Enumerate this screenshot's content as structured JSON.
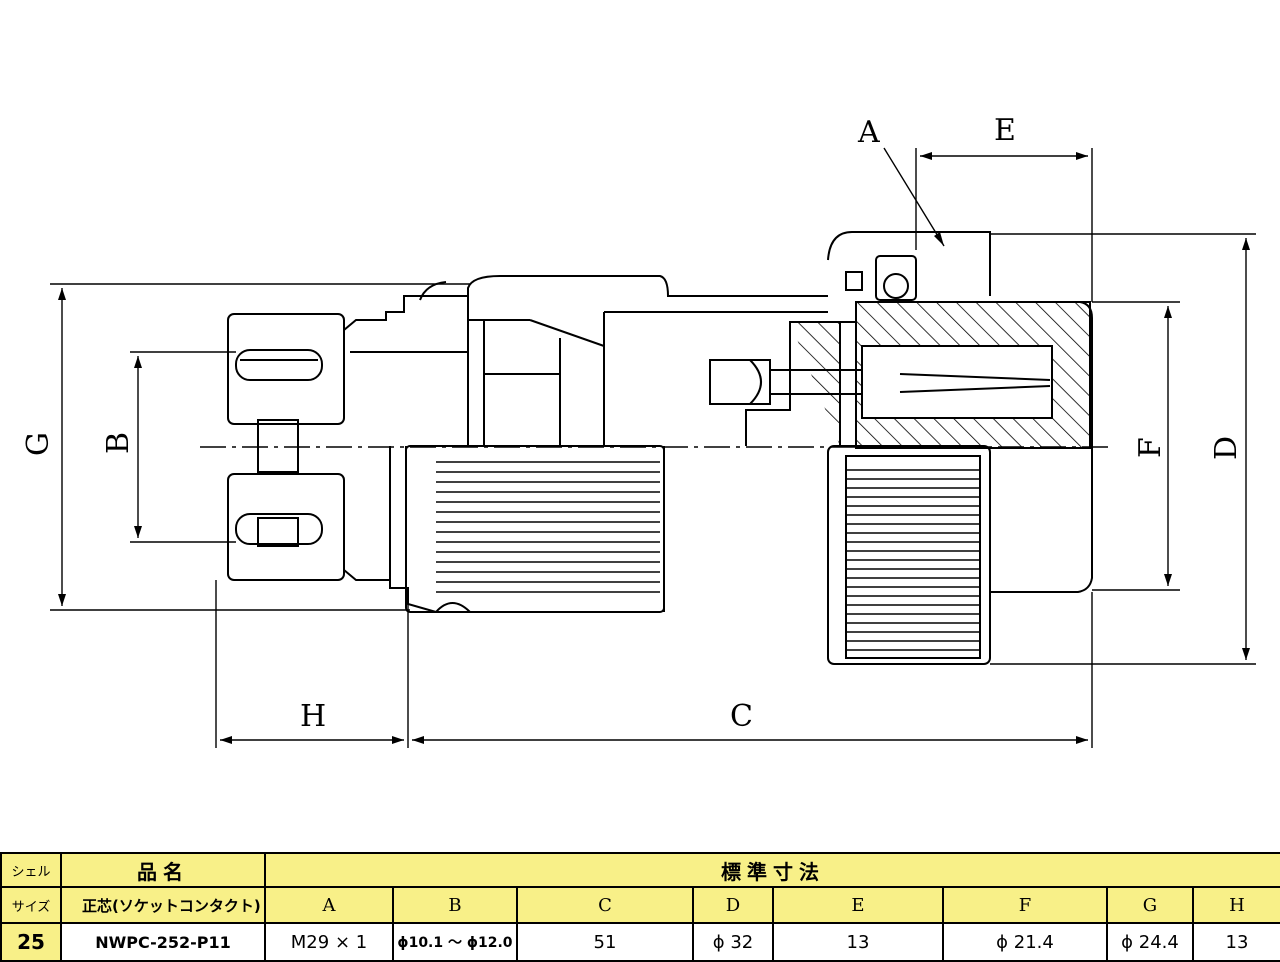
{
  "drawing": {
    "labels": {
      "A": "A",
      "B": "B",
      "C": "C",
      "D": "D",
      "E": "E",
      "F": "F",
      "G": "G",
      "H": "H"
    }
  },
  "table": {
    "shell_size_label_1": "シェル",
    "shell_size_label_2": "サイズ",
    "product_name_header": "品名",
    "standard_dims_header": "標準寸法",
    "product_type": "正芯(ソケットコンタクト)",
    "columns": [
      "A",
      "B",
      "C",
      "D",
      "E",
      "F",
      "G",
      "H"
    ],
    "row": {
      "shell_size": "25",
      "product_name": "NWPC-252-P11",
      "values": [
        "M29 × 1",
        "ϕ10.1 〜 ϕ12.0",
        "51",
        "ϕ 32",
        "13",
        "ϕ 21.4",
        "ϕ 24.4",
        "13"
      ]
    }
  }
}
